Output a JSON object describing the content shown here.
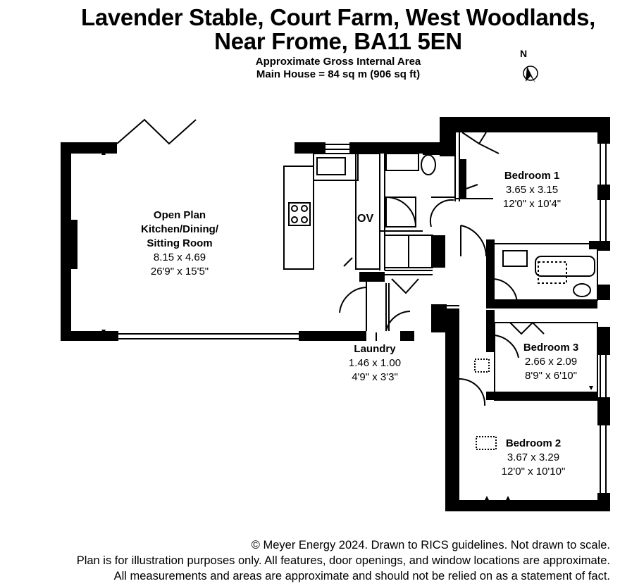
{
  "title_line1": "Lavender Stable, Court Farm, West Woodlands,",
  "title_line2": "Near Frome, BA11 5EN",
  "area_label": "Approximate Gross Internal Area",
  "area_main": "Main House = 84 sq m (906 sq ft)",
  "compass_label": "N",
  "appliance_label": "OV",
  "rooms": [
    {
      "name": "Open Plan",
      "name2": "Kitchen/Dining/",
      "name3": "Sitting Room",
      "metric": "8.15 x 4.69",
      "imperial": "26'9\" x 15'5\""
    },
    {
      "name": "Bedroom 1",
      "metric": "3.65 x 3.15",
      "imperial": "12'0\" x 10'4\""
    },
    {
      "name": "Laundry",
      "metric": "1.46 x 1.00",
      "imperial": "4'9\" x 3'3\""
    },
    {
      "name": "Bedroom 3",
      "metric": "2.66 x 2.09",
      "imperial": "8'9\" x 6'10\""
    },
    {
      "name": "Bedroom 2",
      "metric": "3.67 x 3.29",
      "imperial": "12'0\" x 10'10\""
    }
  ],
  "footer": {
    "line1": "© Meyer Energy 2024. Drawn to RICS guidelines.  Not drawn to scale.",
    "line2": "Plan is for illustration purposes only. All features, door openings, and window locations are approximate.",
    "line3": "All measurements and areas are approximate and should not be relied on as a statement of fact."
  }
}
